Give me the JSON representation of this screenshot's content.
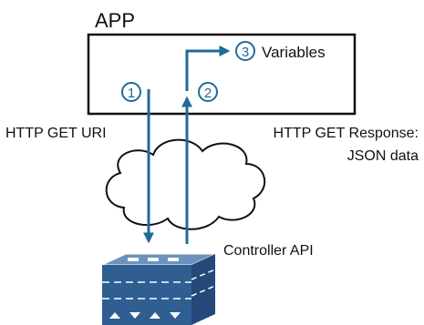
{
  "app": {
    "title": "APP"
  },
  "steps": [
    {
      "number": "1",
      "label": ""
    },
    {
      "number": "2",
      "label": ""
    },
    {
      "number": "3",
      "label": "Variables"
    }
  ],
  "request": {
    "label": "HTTP GET URI"
  },
  "response": {
    "line1": "HTTP GET Response:",
    "line2": "JSON data"
  },
  "controller": {
    "label": "Controller API"
  },
  "colors": {
    "arrow": "#1f6b9a",
    "badge": "#1f6b9a",
    "box_border": "#111111",
    "cloud_border": "#111111",
    "device_top": "#6c93bd",
    "device_front": "#2f5e92",
    "device_side": "#24497a"
  }
}
